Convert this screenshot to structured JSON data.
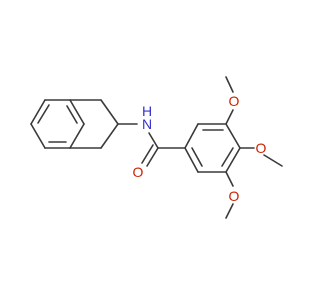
{
  "molecule": {
    "atoms": {
      "amide_n": {
        "label": "N",
        "hydrogen": "H",
        "color": "#3333cc"
      },
      "carbonyl_o": {
        "label": "O",
        "color": "#cc2200"
      },
      "methoxy_o_top": {
        "label": "O",
        "color": "#cc2200"
      },
      "methoxy_o_mid": {
        "label": "O",
        "color": "#cc2200"
      },
      "methoxy_o_bottom": {
        "label": "O",
        "color": "#cc2200"
      }
    },
    "bond_color": "#3a3a3a",
    "background": "#ffffff"
  }
}
